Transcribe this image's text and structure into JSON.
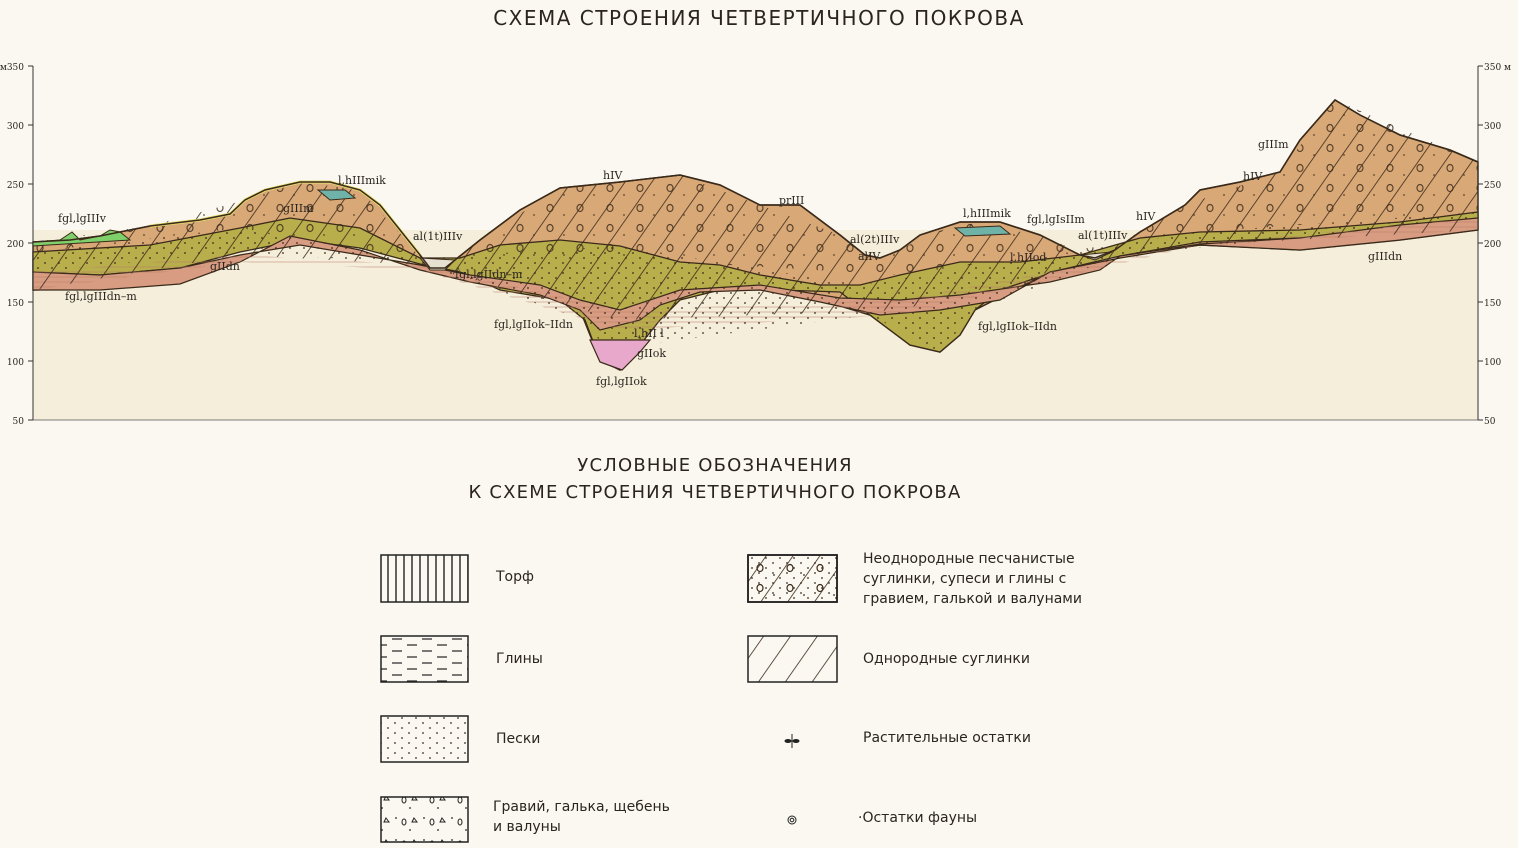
{
  "title": "СХЕМА СТРОЕНИЯ ЧЕТВЕРТИЧНОГО ПОКРОВА",
  "axis": {
    "unit": "м",
    "left_ticks": [
      "м350",
      "300",
      "250",
      "200",
      "150",
      "100",
      "50"
    ],
    "right_ticks": [
      "350 м",
      "300",
      "250",
      "200",
      "150",
      "100",
      "50"
    ]
  },
  "section_labels": {
    "l1": "fgl,lgIIIv",
    "l2": "gIIdn",
    "l3": "fgl,lgIIIdn–m",
    "l4": "l,hIIImik",
    "l5": "gIIIm",
    "l6": "al(1t)IIIv",
    "l7": "fgl,lgIIdn–m",
    "l8": "hIV",
    "l9": "prIII",
    "l10": "fgl,lgIIok–IIdn",
    "l11": "l,hII l",
    "l12": "gIIok",
    "l13": "fgl,lgIIok",
    "l14": "al(2t)IIIv",
    "l15": "alIV",
    "l16": "l,hIIImik",
    "l17": "fgl,lgIsIIm",
    "l18": "l,hIIod",
    "l19": "fgl,lgIIok–IIdn",
    "l20": "al(1t)IIIv",
    "l21": "hIV",
    "l22": "hIV",
    "l23": "gIIIm",
    "l24": "gIIIdn"
  },
  "legend": {
    "title_line1": "УСЛОВНЫЕ ОБОЗНАЧЕНИЯ",
    "title_line2": "К СХЕМЕ СТРОЕНИЯ ЧЕТВЕРТИЧНОГО ПОКРОВА",
    "items": [
      {
        "label": "Торф",
        "icon": "peat-pattern"
      },
      {
        "label": "Глины",
        "icon": "clay-pattern"
      },
      {
        "label": "Пески",
        "icon": "sand-pattern"
      },
      {
        "label": "Гравий, галька, щебень и валуны",
        "icon": "gravel-pattern"
      },
      {
        "label": "Неоднородные песчанистые суглинки, супеси и глины с гравием, галькой и валунами",
        "icon": "heterogeneous-loam-pattern"
      },
      {
        "label": "Однородные суглинки",
        "icon": "homogeneous-loam-pattern"
      },
      {
        "label": "Растительные остатки",
        "icon": "plant-remains-icon"
      },
      {
        "label": "·Остатки фауны",
        "icon": "fauna-remains-icon"
      }
    ]
  },
  "colors": {
    "background": "#f7f1e2",
    "till": "#d9a877",
    "sand": "#b8ae4c",
    "lower_till": "#d89c82",
    "peat_green": "#7fcf6a",
    "lake_teal": "#6fb3a8",
    "pink": "#e8a8cc",
    "cover_yellow": "#efec7c"
  }
}
